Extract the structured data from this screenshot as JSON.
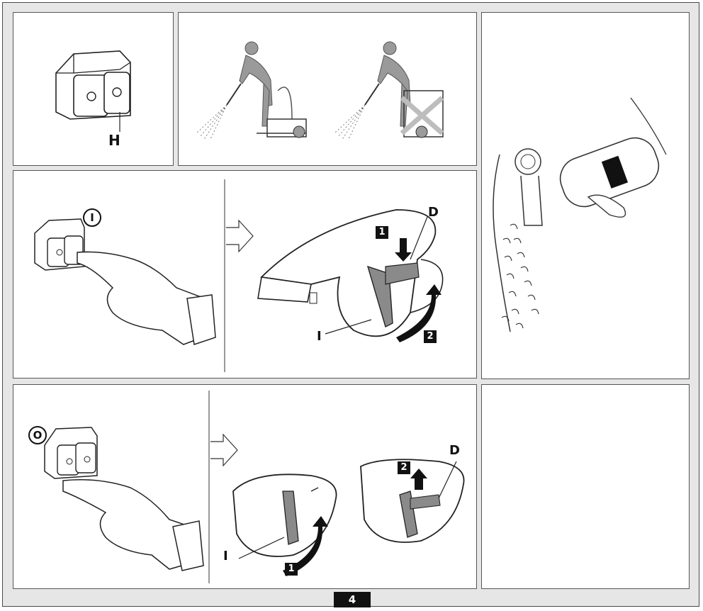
{
  "labels": {
    "switch_body": "H",
    "switch_on_symbol": "I",
    "gun_trigger_on": "I",
    "lock_lever_on": "D",
    "step1_on": "1",
    "step2_on": "2",
    "switch_off_symbol": "O",
    "gun_trigger_off": "I",
    "step1_off": "1",
    "step2_off": "2",
    "lock_lever_off": "D"
  },
  "page_number": "4",
  "colors": {
    "frame_bg": "#e6e6e6",
    "ink": "#111111",
    "panel_bg": "#ffffff",
    "arrow_fill": "#111111"
  },
  "icons": [
    "power-switch-icon",
    "operator-with-cleaner-icon",
    "prohibited-icon",
    "spray-gun-icon",
    "hand-pointing-icon",
    "detergent-bottle-icon",
    "rotation-arrow-icon",
    "outline-arrow-icon"
  ]
}
